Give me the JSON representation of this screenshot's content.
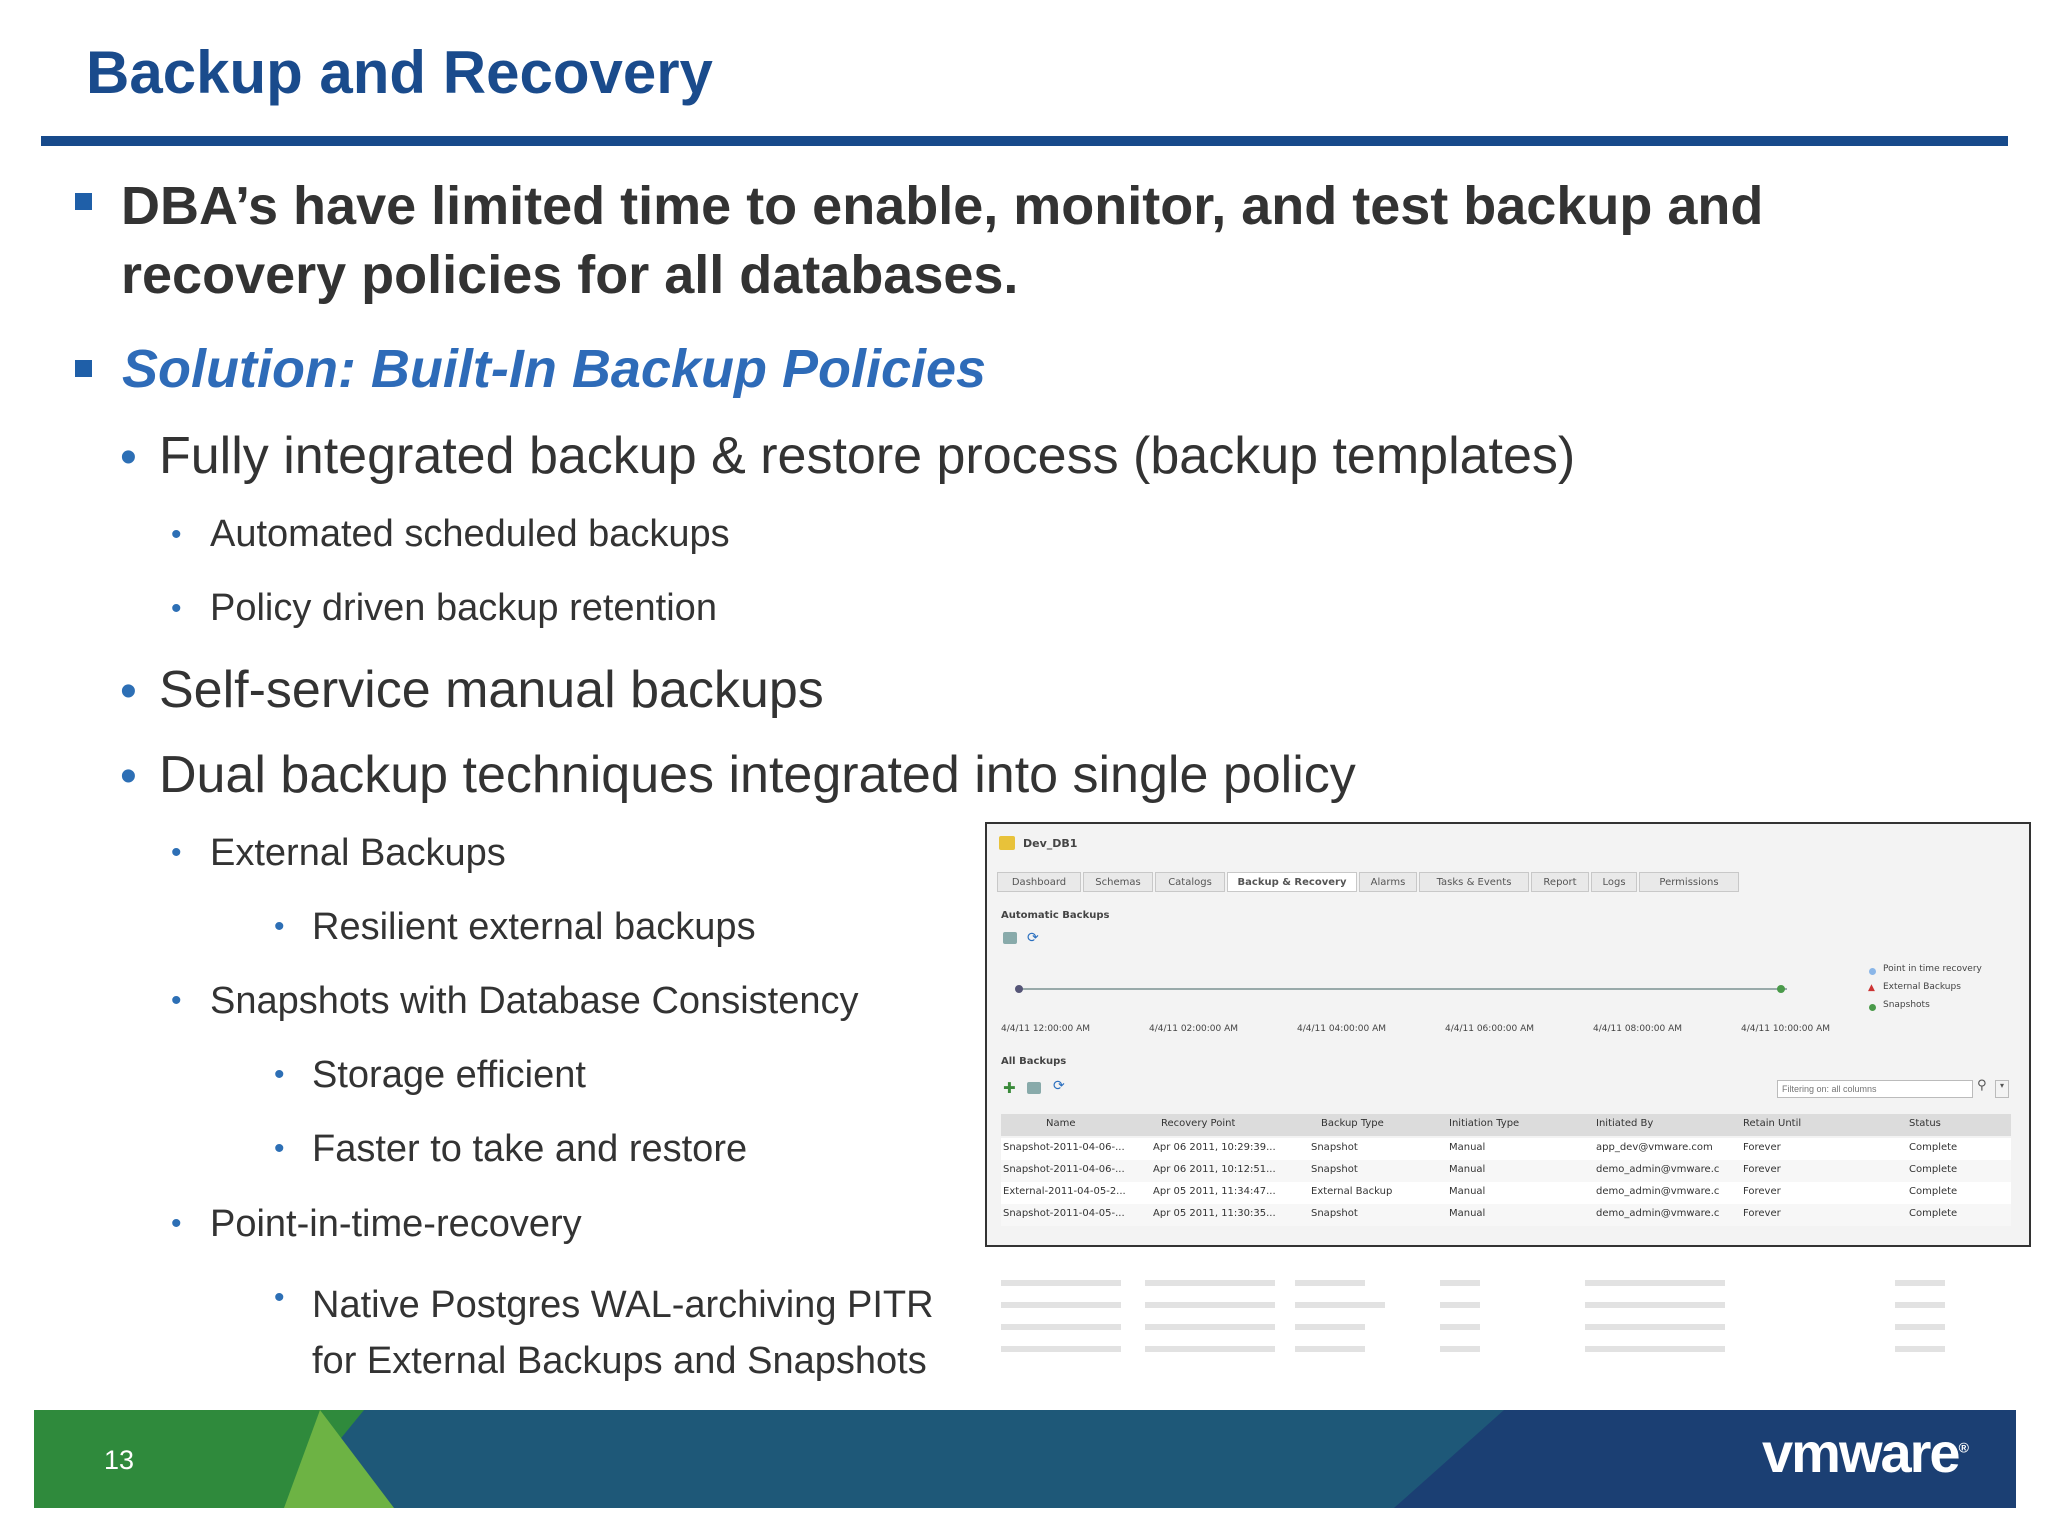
{
  "title": "Backup and Recovery",
  "bullets": {
    "problem_line1": "DBA’s have limited time to enable, monitor, and test backup and",
    "problem_line2": "recovery policies for all databases.",
    "solution": "Solution: Built-In Backup Policies",
    "integrated": "Fully integrated backup & restore process (backup templates)",
    "automated": "Automated scheduled backups",
    "retention": "Policy driven backup retention",
    "self_service": "Self-service manual backups",
    "dual": "Dual backup techniques integrated into single policy",
    "external": "External Backups",
    "resilient": "Resilient external backups",
    "snapshots": "Snapshots with Database Consistency",
    "storage": "Storage efficient",
    "faster": "Faster to take and restore",
    "pitr": "Point-in-time-recovery",
    "native_line1": "Native Postgres WAL-archiving PITR",
    "native_line2": "for External Backups and Snapshots"
  },
  "bullet_glyph": "•",
  "screenshot": {
    "db_name": "Dev_DB1",
    "tabs": [
      "Dashboard",
      "Schemas",
      "Catalogs",
      "Backup & Recovery",
      "Alarms",
      "Tasks & Events",
      "Report",
      "Logs",
      "Permissions"
    ],
    "active_tab": "Backup & Recovery",
    "automatic_label": "Automatic Backups",
    "timeline_labels": [
      "4/4/11 12:00:00 AM",
      "4/4/11 02:00:00 AM",
      "4/4/11 04:00:00 AM",
      "4/4/11 06:00:00 AM",
      "4/4/11 08:00:00 AM",
      "4/4/11 10:00:00 AM"
    ],
    "legend": [
      "Point in time recovery",
      "External Backups",
      "Snapshots"
    ],
    "all_backups_label": "All Backups",
    "filter_placeholder": "Filtering on: all columns",
    "columns": [
      "Name",
      "Recovery Point",
      "Backup Type",
      "Initiation Type",
      "Initiated By",
      "Retain Until",
      "Status"
    ],
    "rows": [
      [
        "Snapshot-2011-04-06-...",
        "Apr 06 2011, 10:29:39...",
        "Snapshot",
        "Manual",
        "app_dev@vmware.com",
        "Forever",
        "Complete"
      ],
      [
        "Snapshot-2011-04-06-...",
        "Apr 06 2011, 10:12:51...",
        "Snapshot",
        "Manual",
        "demo_admin@vmware.c",
        "Forever",
        "Complete"
      ],
      [
        "External-2011-04-05-2...",
        "Apr 05 2011, 11:34:47...",
        "External Backup",
        "Manual",
        "demo_admin@vmware.c",
        "Forever",
        "Complete"
      ],
      [
        "Snapshot-2011-04-05-...",
        "Apr 05 2011, 11:30:35...",
        "Snapshot",
        "Manual",
        "demo_admin@vmware.c",
        "Forever",
        "Complete"
      ]
    ]
  },
  "footer": {
    "page_number": "13",
    "logo_text": "vmware",
    "logo_mark": "®"
  },
  "colors": {
    "title": "#1a4b8c",
    "accent": "#2e6bb8",
    "footer_blue": "#1e5878",
    "footer_green": "#2f8a3c"
  }
}
